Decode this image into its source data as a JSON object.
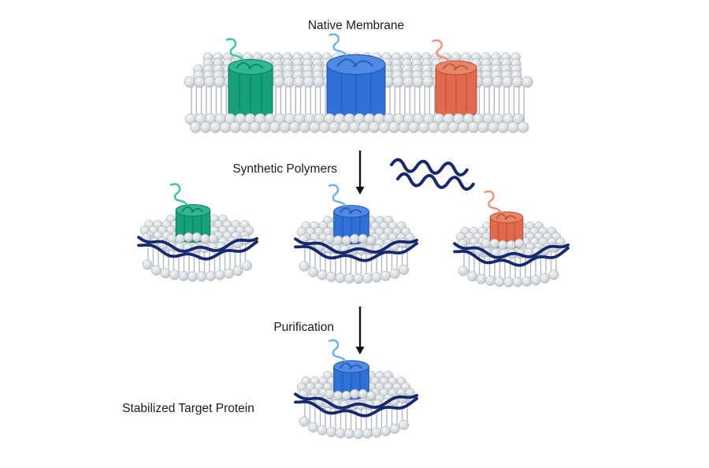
{
  "title": "Native Membrane",
  "steps": [
    {
      "label": "Synthetic Polymers"
    },
    {
      "label": "Purification"
    }
  ],
  "result_label": "Stabilized Target Protein",
  "figure": {
    "stage1": "native membrane with three embedded proteins",
    "membrane_proteins": [
      "green",
      "blue",
      "orange"
    ],
    "stage2": "polymer-stabilized nanodiscs",
    "nanodiscs": [
      "green protein nanodisc",
      "blue protein nanodisc",
      "orange protein nanodisc"
    ],
    "stage3": "single purified blue protein nanodisc"
  },
  "icons": {
    "arrow_down_1": "down-arrow",
    "arrow_down_2": "down-arrow",
    "polymer_wave": "wavy-polymer-line"
  },
  "colors": {
    "background": "#ffffff",
    "text": "#1d1d1f",
    "arrow": "#141414",
    "polymer": "#16296f",
    "lipid_head": "#d9dde1",
    "lipid_head_edge": "#9aa2ab",
    "lipid_tail": "#b4bac1",
    "protein_green": "#16a07c",
    "protein_green_dark": "#0c7a5c",
    "protein_green_light": "#2fb893",
    "squiggle_green": "#35c7a4",
    "protein_blue": "#3071d8",
    "protein_blue_dark": "#1e54ae",
    "protein_blue_light": "#4f8ae4",
    "squiggle_blue": "#6ab0ec",
    "protein_orange": "#e06a4e",
    "protein_orange_dark": "#bd4c32",
    "protein_orange_light": "#ea8668",
    "squiggle_orange": "#ec9175"
  }
}
